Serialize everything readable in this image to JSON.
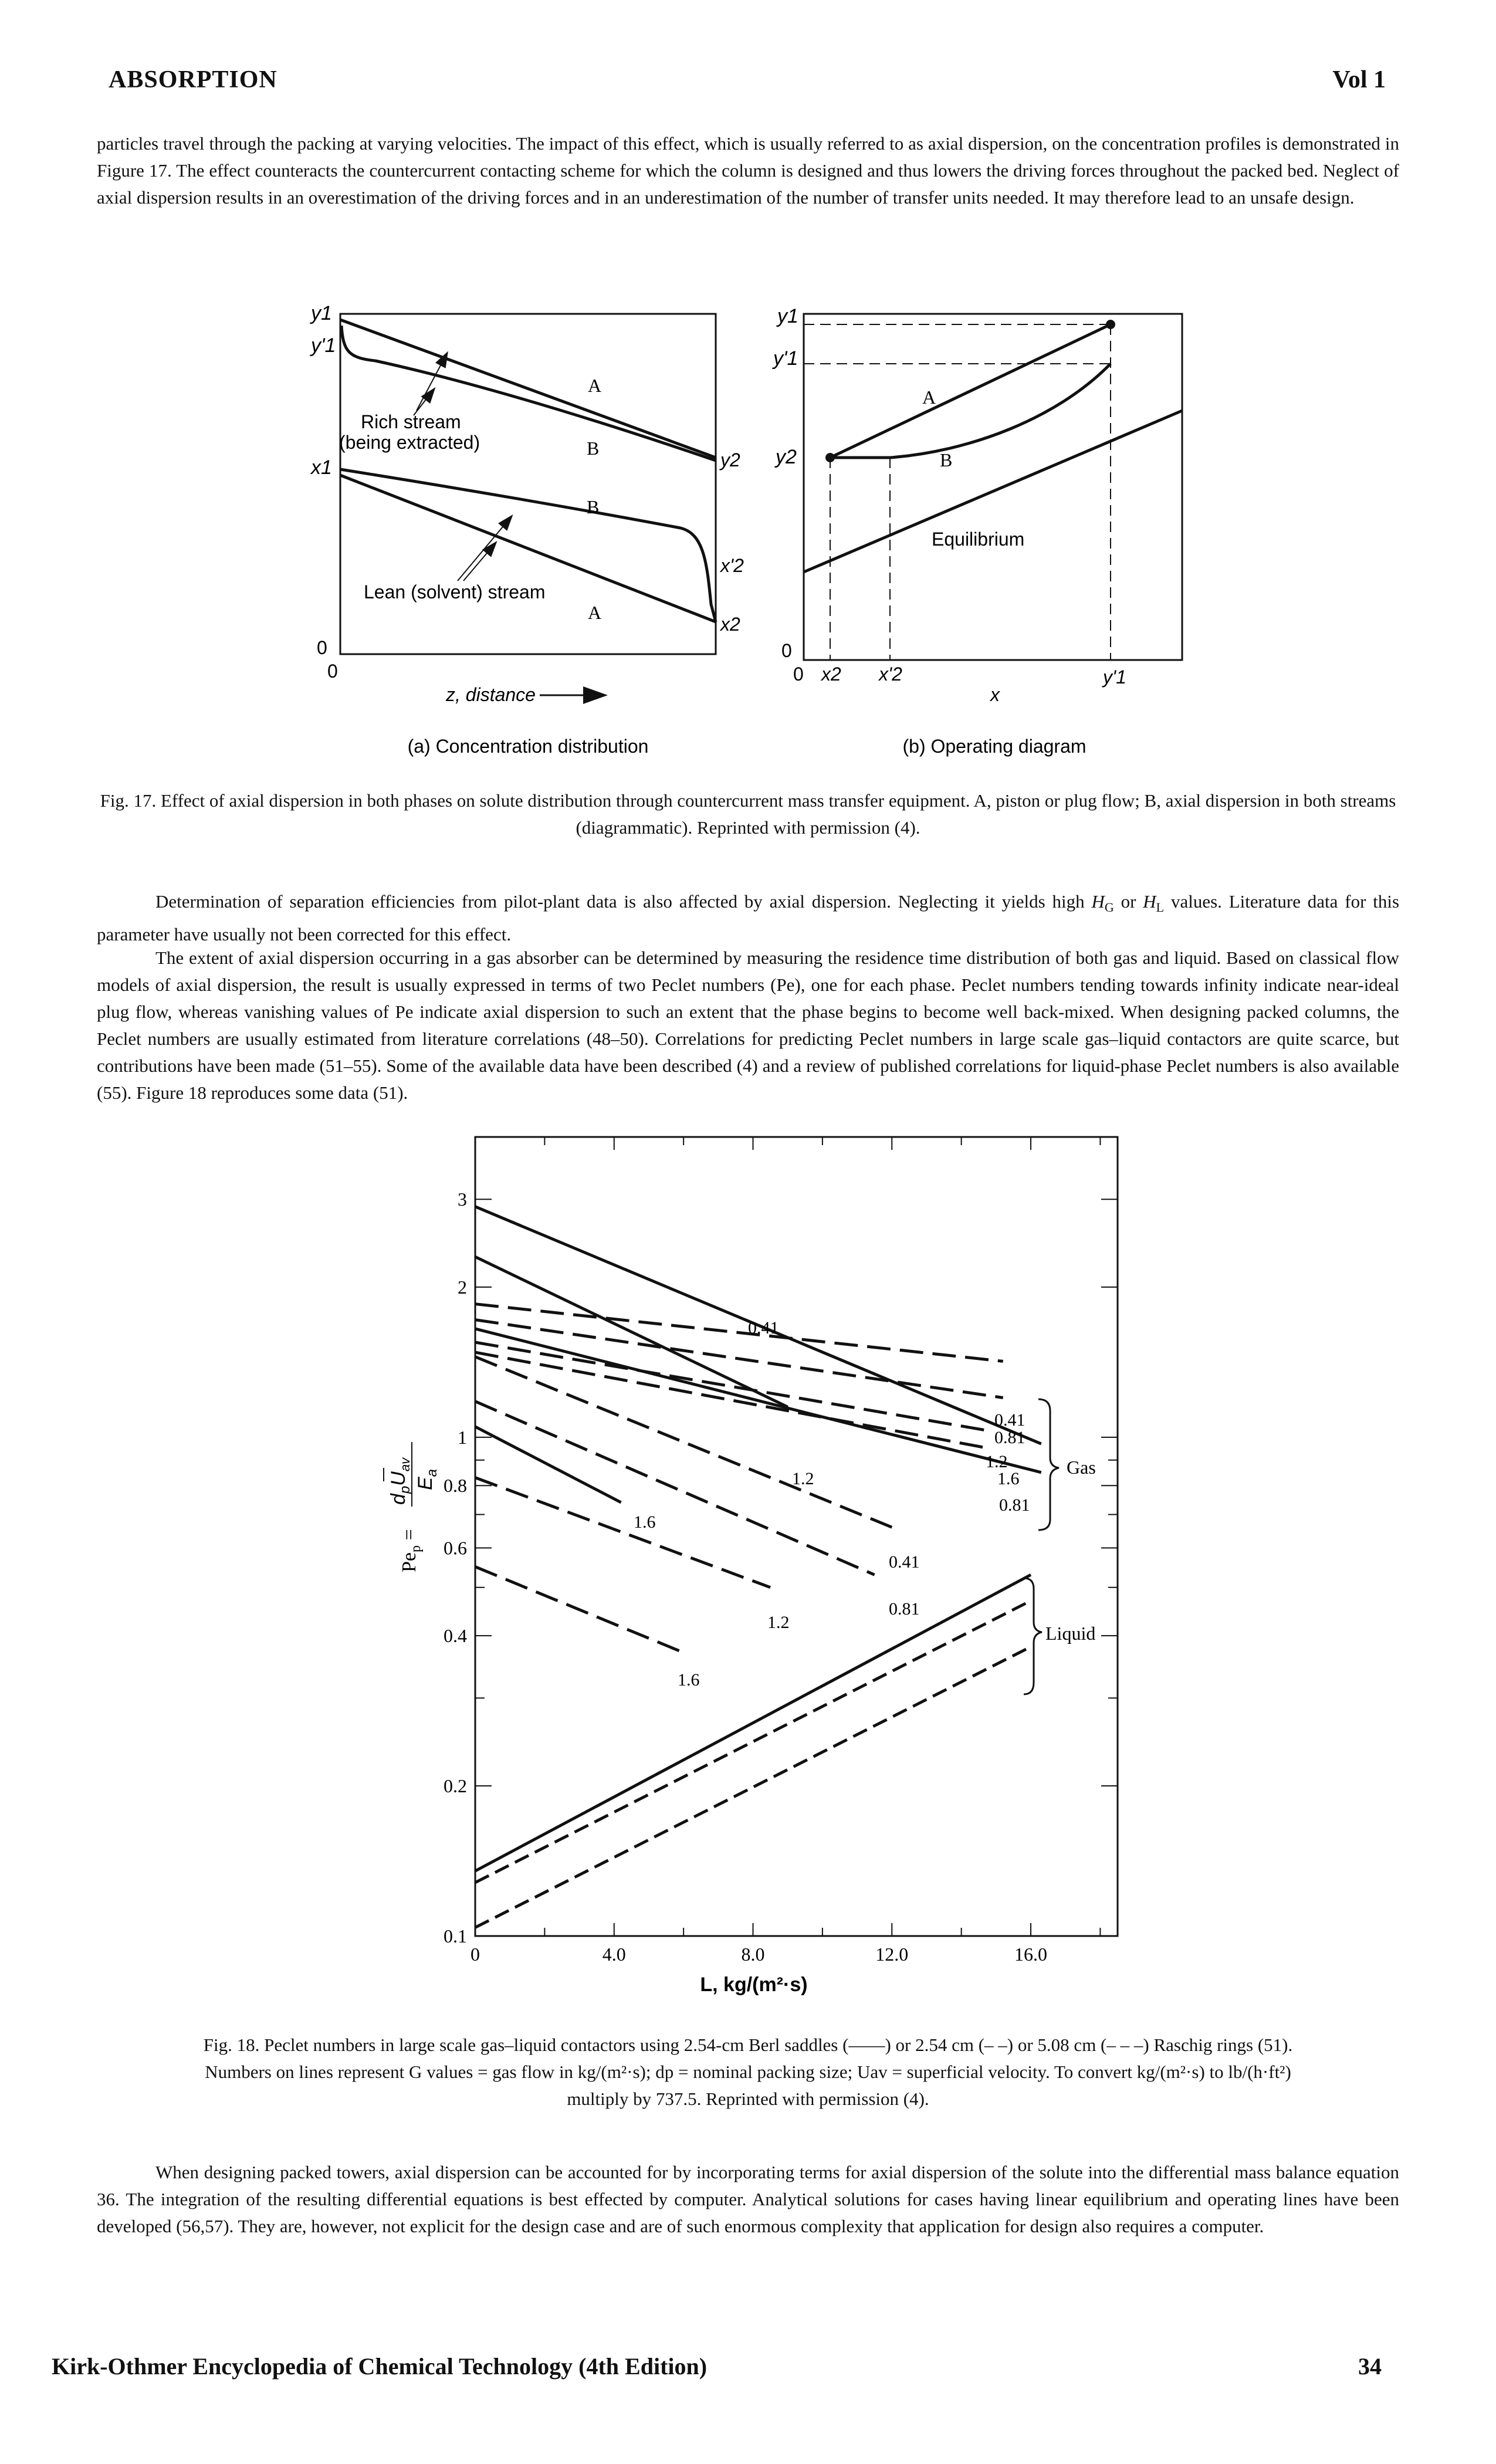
{
  "header": {
    "left": "ABSORPTION",
    "right": "Vol 1"
  },
  "paragraphs": {
    "p1": "particles travel through the packing at varying velocities. The impact of this effect, which is usually referred to as axial dispersion, on the concentration profiles is demonstrated in Figure 17. The effect counteracts the countercurrent contacting scheme for which the column is designed and thus lowers the driving forces throughout the packed bed. Neglect of axial dispersion results in an overestimation of the driving forces and in an underestimation of the number of transfer units needed. It may therefore lead to an unsafe design.",
    "p2_a": "Determination of separation efficiencies from pilot-plant data is also affected by axial dispersion. Neglecting it yields high",
    "p2_hg": "H",
    "p2_hg_sub": "G",
    "p2_or": "or",
    "p2_hl": "H",
    "p2_hl_sub": "L",
    "p2_b": "values. Literature data for this parameter have usually not been corrected for this effect.",
    "p3": "The extent of axial dispersion occurring in a gas absorber can be determined by measuring the residence time distribution of both gas and liquid. Based on classical flow models of axial dispersion, the result is usually expressed in terms of two Peclet numbers (Pe), one for each phase. Peclet numbers tending towards infinity indicate near-ideal plug flow, whereas vanishing values of Pe indicate axial dispersion to such an extent that the phase begins to become well back-mixed. When designing packed columns, the Peclet numbers are usually estimated from literature correlations (48–50). Correlations for predicting Peclet numbers in large scale gas–liquid contactors are quite scarce, but contributions have been made (51–55). Some of the available data have been described (4) and a review of published correlations for liquid-phase Peclet numbers is also available (55). Figure 18 reproduces some data (51).",
    "p4": "When designing packed towers, axial dispersion can be accounted for by incorporating terms for axial dispersion of the solute into the differential mass balance equation 36. The integration of the resulting differential equations is best effected by computer. Analytical solutions for cases having linear equilibrium and operating lines have been developed (56,57). They are, however, not explicit for the design case and are of such enormous complexity that application for design also requires a computer."
  },
  "fig17": {
    "caption": "Fig. 17. Effect of axial dispersion in both phases on solute distribution through countercurrent mass transfer equipment. A, piston or plug flow; B, axial dispersion in both streams (diagrammatic). Reprinted with permission (4).",
    "panel_a": {
      "title": "(a) Concentration distribution",
      "xlabel": "z, distance",
      "y_labels": [
        "y1",
        "y'1",
        "x1",
        "0"
      ],
      "x_origin": "0",
      "right_labels": [
        "y2",
        "x'2",
        "x2"
      ],
      "curve_labels": [
        "A",
        "B",
        "B",
        "A"
      ],
      "rich_label_1": "Rich stream",
      "rich_label_2": "(being extracted)",
      "lean_label": "Lean (solvent) stream"
    },
    "panel_b": {
      "title": "(b) Operating diagram",
      "xlabel": "x",
      "y_labels": [
        "y1",
        "y'1",
        "y2",
        "0"
      ],
      "x_ticks": [
        "0",
        "x2",
        "x'2",
        "y'1"
      ],
      "curve_labels": [
        "A",
        "B"
      ],
      "equilibrium_label": "Equilibrium"
    }
  },
  "fig18": {
    "caption_1": "Fig. 18. Peclet numbers in large scale gas–liquid contactors using 2.54-cm Berl saddles (——) or 2.54 cm (– –) or 5.08 cm (– – –) Raschig rings (51).",
    "caption_2": "Numbers on lines represent G values = gas flow in kg/(m²·s); dp = nominal packing size; Uav = superficial velocity. To convert kg/(m²·s) to lb/(h·ft²)",
    "caption_3": "multiply by 737.5. Reprinted with permission (4).",
    "ylabel": "Pe_p = d_p U_av / E_a",
    "xlabel": "L, kg/(m²·s)",
    "gas_brace_label": "Gas",
    "liquid_brace_label": "Liquid",
    "chart_data": {
      "type": "line",
      "xlim": [
        0,
        18.5
      ],
      "ylim": [
        0.1,
        4.0
      ],
      "y_scale": "log",
      "x_ticks": [
        "0",
        "4.0",
        "8.0",
        "12.0",
        "16.0"
      ],
      "y_ticks": [
        "0.1",
        "0.2",
        "0.4",
        "0.6",
        "0.8",
        "1",
        "2",
        "3"
      ],
      "series": [
        {
          "name": "0.41",
          "style": "solid",
          "x": [
            0,
            16.3
          ],
          "y": [
            2.9,
            0.97
          ]
        },
        {
          "name": "1.2",
          "style": "solid",
          "x": [
            0,
            9.0
          ],
          "y": [
            2.3,
            1.15
          ]
        },
        {
          "name": "0.81",
          "style": "solid",
          "x": [
            0,
            16.3
          ],
          "y": [
            1.65,
            0.85
          ]
        },
        {
          "name": "1.6",
          "style": "solid",
          "x": [
            0,
            4.2
          ],
          "y": [
            1.05,
            0.74
          ]
        },
        {
          "name": "0.41",
          "style": "dashed",
          "x": [
            0,
            15.2
          ],
          "y": [
            1.85,
            1.42
          ]
        },
        {
          "name": "0.81",
          "style": "dashed",
          "x": [
            0,
            15.2
          ],
          "y": [
            1.72,
            1.2
          ]
        },
        {
          "name": "1.2",
          "style": "dashed",
          "x": [
            0,
            14.8
          ],
          "y": [
            1.55,
            1.03
          ]
        },
        {
          "name": "1.6",
          "style": "dashed",
          "x": [
            0,
            14.8
          ],
          "y": [
            1.48,
            0.95
          ]
        },
        {
          "name": "0.41",
          "style": "dashed",
          "x": [
            0,
            12.0
          ],
          "y": [
            1.45,
            0.66
          ]
        },
        {
          "name": "0.81",
          "style": "dashed",
          "x": [
            0,
            11.5
          ],
          "y": [
            1.18,
            0.53
          ]
        },
        {
          "name": "1.2",
          "style": "dashed",
          "x": [
            0,
            8.5
          ],
          "y": [
            0.83,
            0.5
          ]
        },
        {
          "name": "1.6",
          "style": "dashed",
          "x": [
            0,
            6.0
          ],
          "y": [
            0.55,
            0.37
          ]
        },
        {
          "name": "liquid",
          "style": "solid",
          "x": [
            0,
            16.0
          ],
          "y": [
            0.135,
            0.53
          ]
        },
        {
          "name": "liquid",
          "style": "dashed",
          "x": [
            0,
            16.0
          ],
          "y": [
            0.128,
            0.47
          ]
        },
        {
          "name": "liquid",
          "style": "dashed",
          "x": [
            0,
            16.0
          ],
          "y": [
            0.104,
            0.38
          ]
        }
      ]
    }
  },
  "footer": {
    "left": "Kirk-Othmer Encyclopedia of Chemical Technology (4th Edition)",
    "right": "34"
  }
}
